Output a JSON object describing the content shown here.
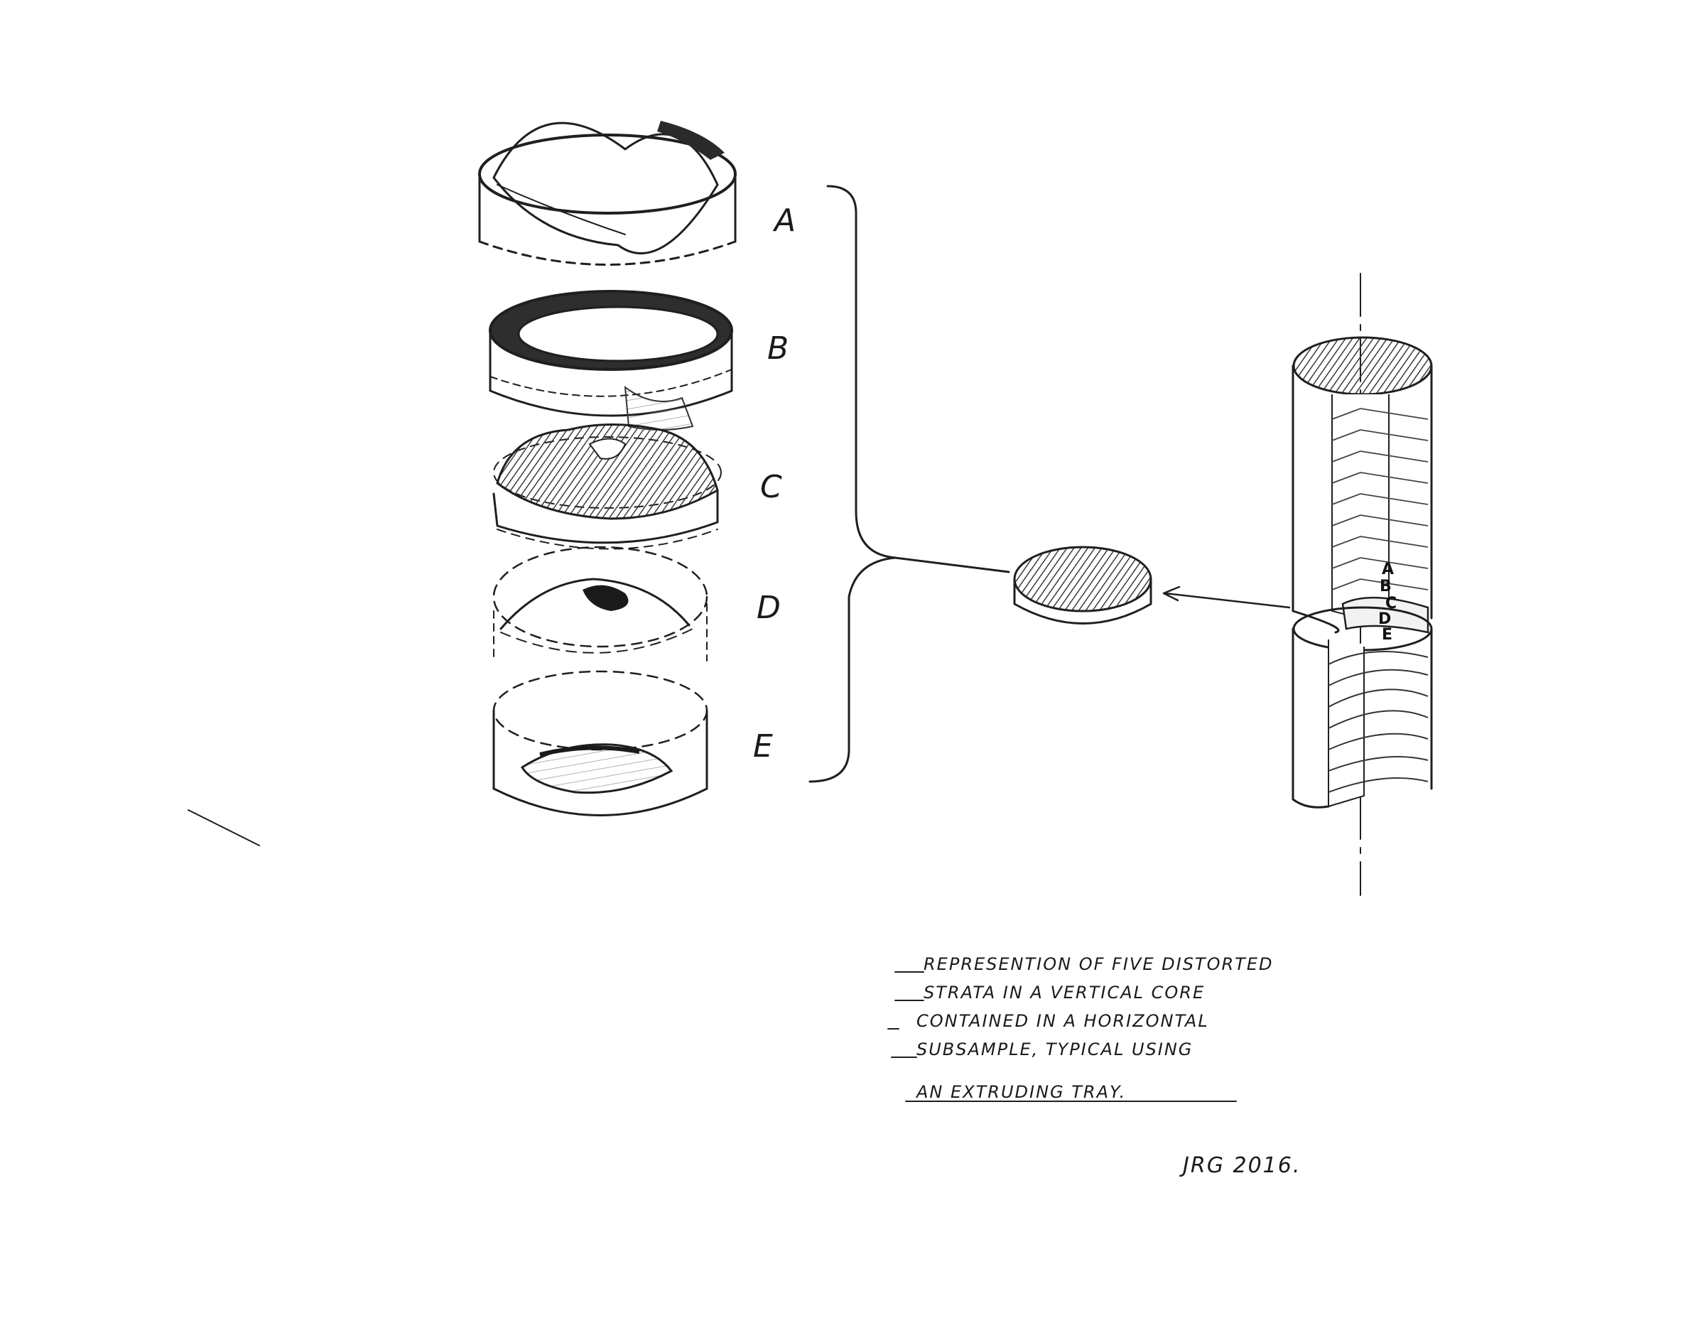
{
  "strata": {
    "labels": [
      "A",
      "B",
      "C",
      "D",
      "E"
    ]
  },
  "core": {
    "labels": [
      "A",
      "B",
      "C",
      "D",
      "E"
    ]
  },
  "caption": {
    "lines": [
      "REPRESENTION OF FIVE DISTORTED",
      "STRATA IN A VERTICAL CORE",
      "CONTAINED IN A HORIZONTAL",
      "SUBSAMPLE, TYPICAL USING",
      "AN EXTRUDING TRAY."
    ]
  },
  "signature": "JRG 2016.",
  "colors": {
    "ink": "#1f1f1f",
    "shade": "#6a6a6a",
    "paper": "#ffffff"
  },
  "icons": {
    "subsample": "disk-icon",
    "core": "cylinder-core-icon",
    "arrow": "arrow-left-icon"
  }
}
